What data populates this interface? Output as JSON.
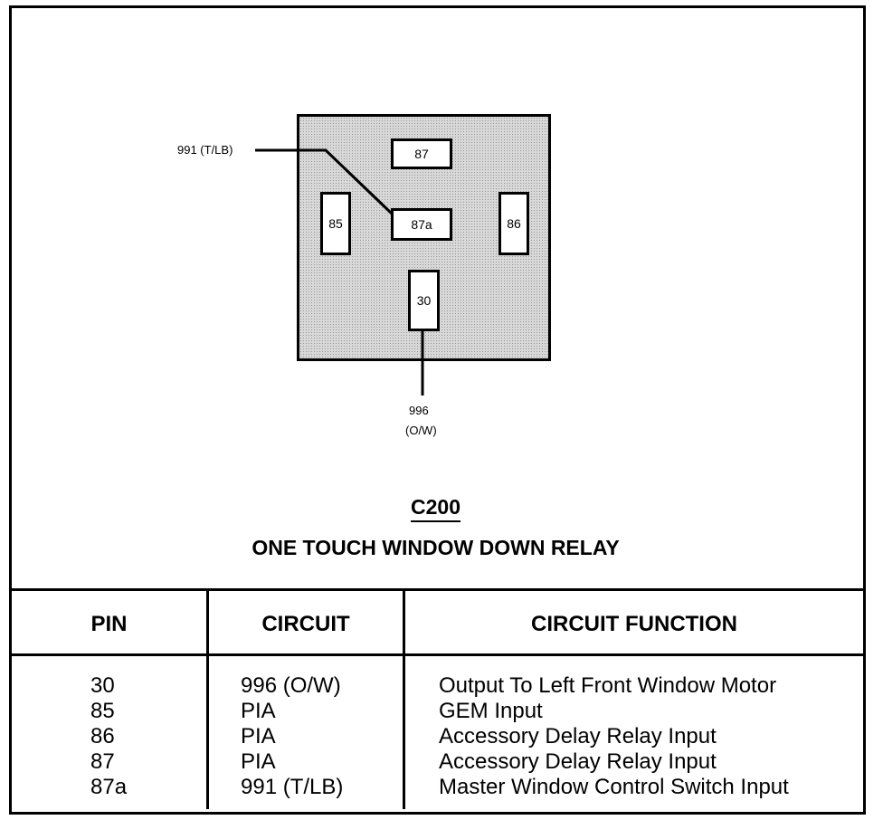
{
  "connector": {
    "id": "C200",
    "name": "ONE TOUCH WINDOW DOWN RELAY",
    "pins": {
      "p87": "87",
      "p87a": "87a",
      "p85": "85",
      "p86": "86",
      "p30": "30"
    },
    "wires": {
      "top_left": "991 (T/LB)",
      "bottom_number": "996",
      "bottom_color": "(O/W)"
    }
  },
  "table": {
    "headers": {
      "pin": "PIN",
      "circuit": "CIRCUIT",
      "function": "CIRCUIT FUNCTION"
    },
    "rows": [
      {
        "pin": "30",
        "circuit": "996 (O/W)",
        "function": "Output To Left Front Window Motor"
      },
      {
        "pin": "85",
        "circuit": "PIA",
        "function": "GEM Input"
      },
      {
        "pin": "86",
        "circuit": "PIA",
        "function": "Accessory Delay Relay Input"
      },
      {
        "pin": "87",
        "circuit": "PIA",
        "function": "Accessory Delay Relay Input"
      },
      {
        "pin": "87a",
        "circuit": "991 (T/LB)",
        "function": "Master Window Control Switch Input"
      }
    ]
  }
}
